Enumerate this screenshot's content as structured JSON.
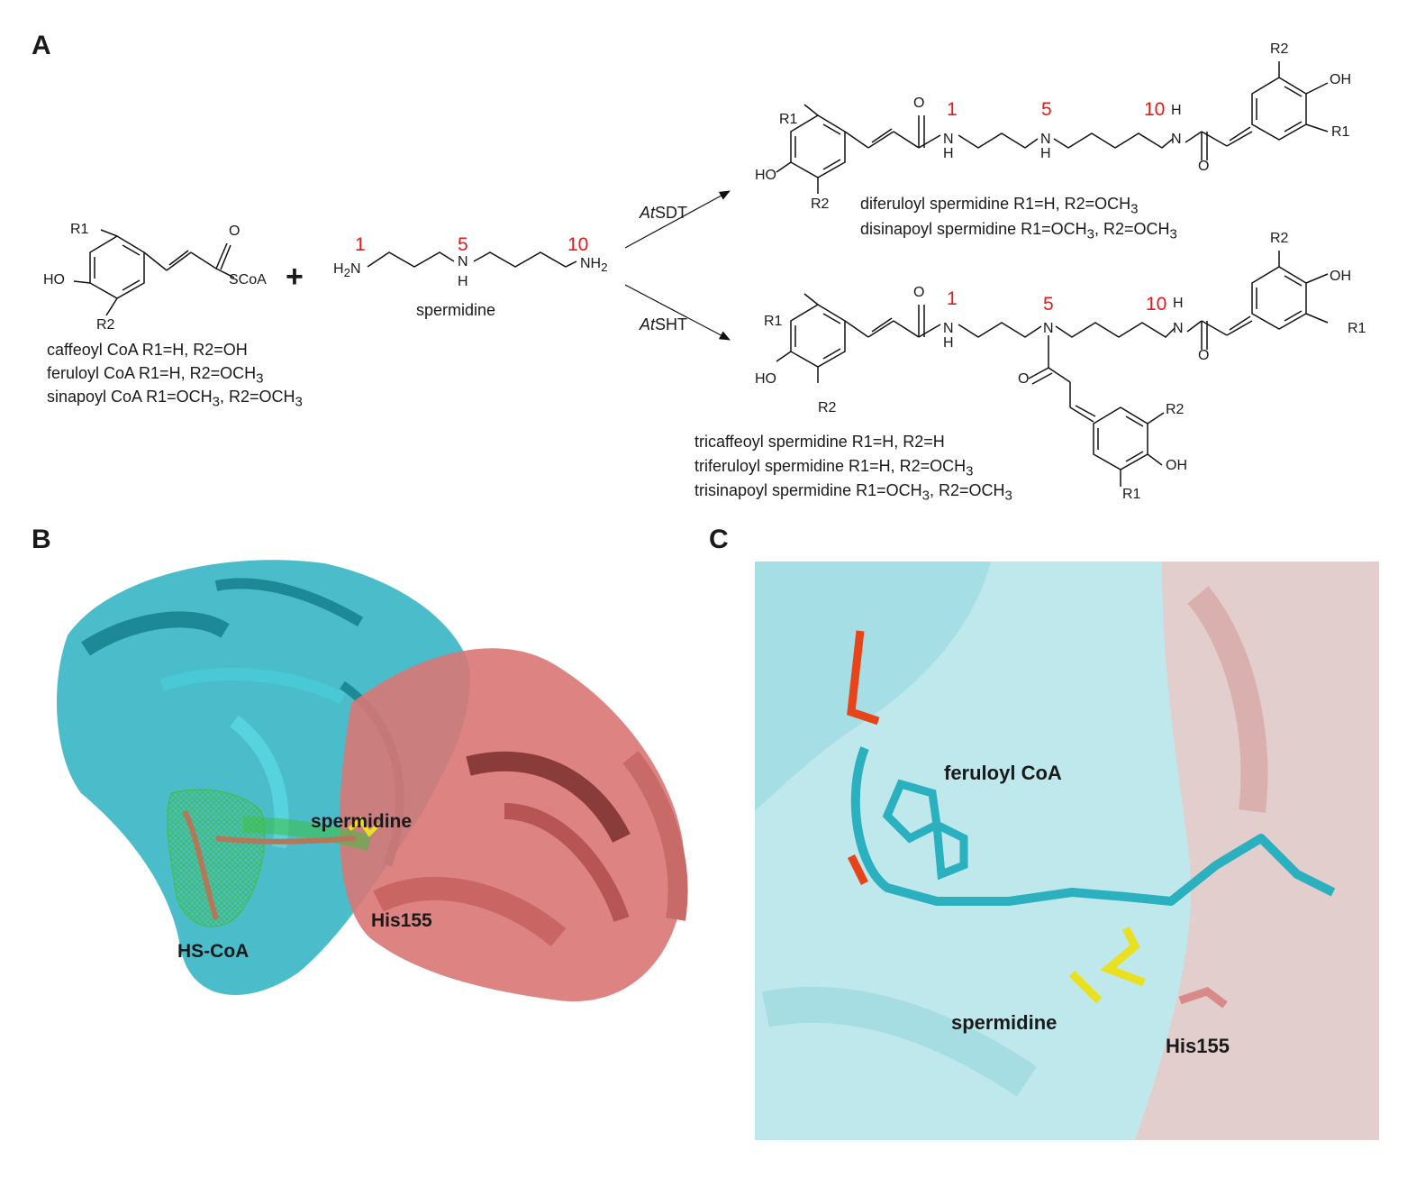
{
  "panels": {
    "a": "A",
    "b": "B",
    "c": "C"
  },
  "substrates": {
    "acyl_r1": "R1",
    "acyl_r2": "R2",
    "acyl_ho": "HO",
    "acyl_o": "O",
    "acyl_scoa": "SCoA",
    "plus": "+",
    "names": [
      "caffeoyl CoA  R1=H, R2=OH",
      "feruloyl CoA  R1=H, R2=OCH",
      "sinapoyl CoA  R1=OCH",
      ", R2=OCH"
    ],
    "subscript": "3"
  },
  "spermidine": {
    "h2n": "H",
    "n_sub": "2",
    "n_after": "N",
    "nh": "N",
    "h_below": "H",
    "nh2": "NH",
    "nh2_sub": "2",
    "name": "spermidine",
    "positions": [
      "1",
      "5",
      "10"
    ]
  },
  "reactions": {
    "sdt_italic": "At",
    "sdt_rest": "SDT",
    "sht_italic": "At",
    "sht_rest": "SHT"
  },
  "di_product": {
    "r1": "R1",
    "r2": "R2",
    "ho": "HO",
    "oh": "OH",
    "o": "O",
    "n": "N",
    "h": "H",
    "positions": [
      "1",
      "5",
      "10"
    ],
    "names": [
      "diferuloyl spermidine R1=H, R2=OCH",
      "disinapoyl spermidine R1=OCH",
      ", R2=OCH"
    ]
  },
  "tri_product": {
    "r1": "R1",
    "r2": "R2",
    "ho": "HO",
    "oh": "OH",
    "o": "O",
    "n": "N",
    "h": "H",
    "positions": [
      "1",
      "5",
      "10"
    ],
    "names": [
      "tricaffeoyl spermidine R1=H, R2=H",
      "triferuloyl spermidine R1=H, R2=OCH",
      "trisinapoyl spermidine R1=OCH",
      ", R2=OCH"
    ]
  },
  "structure_b": {
    "spermidine": "spermidine",
    "his": "His155",
    "coa": "HS-CoA"
  },
  "structure_c": {
    "feruloyl": "feruloyl CoA",
    "spermidine": "spermidine",
    "his": "His155"
  },
  "colors": {
    "cyan": "#2bb0bf",
    "salmon": "#d97775",
    "yellow": "#e8e020",
    "red_label": "#e41a1c",
    "mesh": "#3fbf3f"
  }
}
